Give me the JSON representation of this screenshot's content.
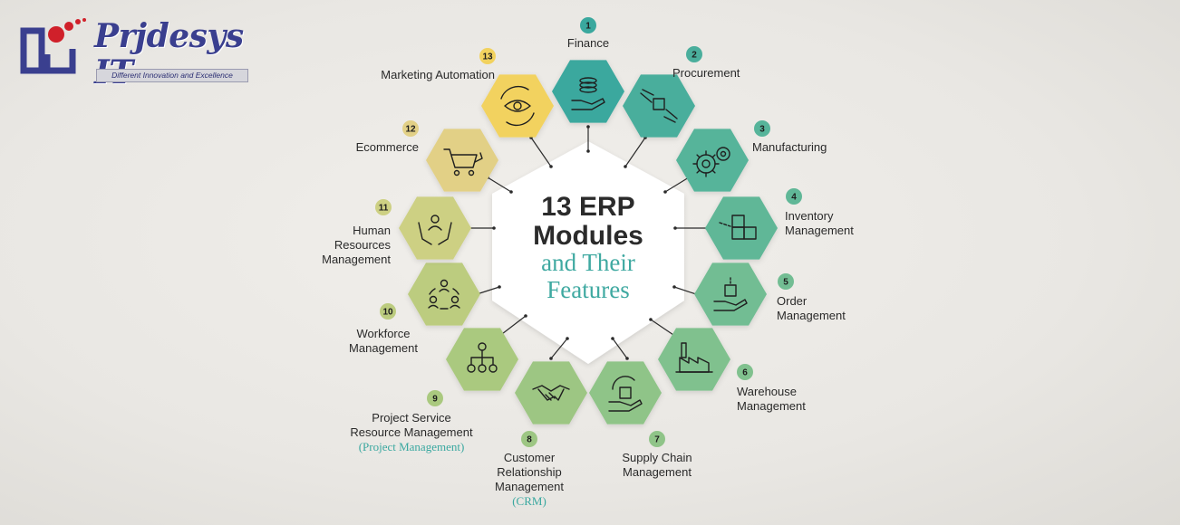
{
  "brand": {
    "name": "Prjdesys IT",
    "tagline": "Different Innovation and Excellence",
    "colors": {
      "primary": "#3a3f8f",
      "accent": "#d0202a"
    }
  },
  "center": {
    "title_line1": "13 ERP",
    "title_line2": "Modules",
    "subtitle_line1": "and Their",
    "subtitle_line2": "Features"
  },
  "colors": {
    "teal": "#3aa89e",
    "mid_green": "#7cc196",
    "light_green": "#8fc488",
    "olive": "#c9cf86",
    "yellow": "#f2d25e",
    "tan": "#e4d088"
  },
  "modules": [
    {
      "num": "1",
      "lines": [
        "Finance"
      ],
      "sub": "",
      "icon": "coins-hand-icon",
      "color": "#3aa89e"
    },
    {
      "num": "2",
      "lines": [
        "Procurement"
      ],
      "sub": "",
      "icon": "box-hands-icon",
      "color": "#4aae9c"
    },
    {
      "num": "3",
      "lines": [
        "Manufacturing"
      ],
      "sub": "",
      "icon": "gears-icon",
      "color": "#56b49a"
    },
    {
      "num": "4",
      "lines": [
        "Inventory",
        "Management"
      ],
      "sub": "",
      "icon": "boxes-stack-icon",
      "color": "#60b797"
    },
    {
      "num": "5",
      "lines": [
        "Order",
        "Management"
      ],
      "sub": "",
      "icon": "box-hand-icon",
      "color": "#72bd93"
    },
    {
      "num": "6",
      "lines": [
        "Warehouse",
        "Management"
      ],
      "sub": "",
      "icon": "factory-icon",
      "color": "#80c18e"
    },
    {
      "num": "7",
      "lines": [
        "Supply Chain",
        "Management"
      ],
      "sub": "",
      "icon": "box-cycle-icon",
      "color": "#8fc488"
    },
    {
      "num": "8",
      "lines": [
        "Customer",
        "Relationship",
        "Management"
      ],
      "sub": "(CRM)",
      "icon": "handshake-icon",
      "color": "#9dc683"
    },
    {
      "num": "9",
      "lines": [
        "Project Service",
        "Resource Management"
      ],
      "sub": "(Project Management)",
      "icon": "hierarchy-icon",
      "color": "#aac97f"
    },
    {
      "num": "10",
      "lines": [
        "Workforce",
        "Management"
      ],
      "sub": "",
      "icon": "people-cycle-icon",
      "color": "#bccc7f"
    },
    {
      "num": "11",
      "lines": [
        "Human",
        "Resources",
        "Management"
      ],
      "sub": "",
      "icon": "person-hands-icon",
      "color": "#cdd083"
    },
    {
      "num": "12",
      "lines": [
        "Ecommerce"
      ],
      "sub": "",
      "icon": "cart-icon",
      "color": "#e2d086"
    },
    {
      "num": "13",
      "lines": [
        "Marketing Automation"
      ],
      "sub": "",
      "icon": "eye-cycle-icon",
      "color": "#f2d25e"
    }
  ]
}
